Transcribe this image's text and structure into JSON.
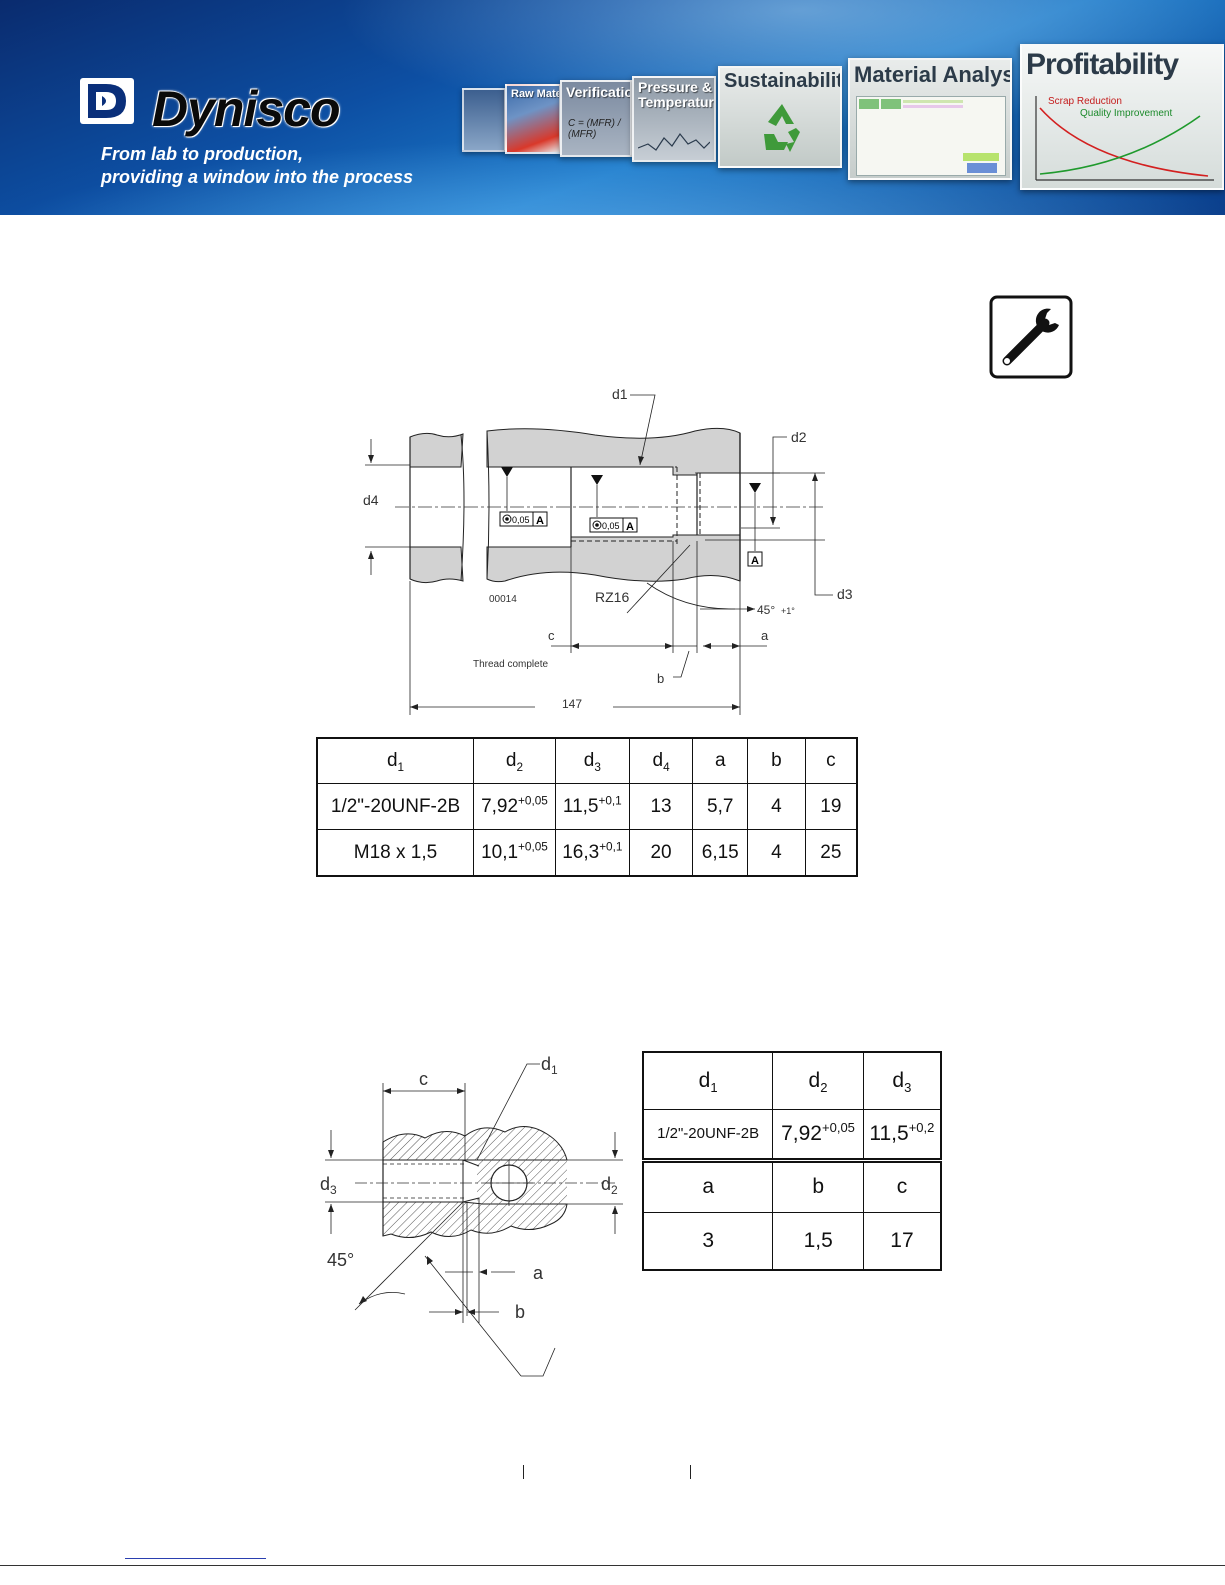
{
  "banner": {
    "brand": "Dynisco",
    "tagline_line1": "From lab to production,",
    "tagline_line2": "providing a window into the process",
    "panels": {
      "raw_materials": "Raw Materials",
      "verification": "Verification",
      "pressure_temperature": "Pressure & Temperature",
      "sustainability": "Sustainability",
      "material_analysis": "Material Analysis",
      "profitability": "Profitability",
      "scrap_reduction": "Scrap Reduction",
      "quality_improvement": "Quality Improvement"
    }
  },
  "drawing1": {
    "d1": "d1",
    "d2": "d2",
    "d3": "d3",
    "d4": "d4",
    "tol_1": "0,05",
    "tol_2": "0,05",
    "datum": "A",
    "code": "00014",
    "roughness": "RZ16",
    "angle": "45°",
    "angle_tol": "+1°",
    "c": "c",
    "a": "a",
    "b": "b",
    "thread_complete": "Thread complete",
    "length": "147"
  },
  "table1": {
    "headers": [
      {
        "base": "d",
        "sub": "1"
      },
      {
        "base": "d",
        "sub": "2"
      },
      {
        "base": "d",
        "sub": "3"
      },
      {
        "base": "d",
        "sub": "4"
      },
      {
        "base": "a",
        "sub": ""
      },
      {
        "base": "b",
        "sub": ""
      },
      {
        "base": "c",
        "sub": ""
      }
    ],
    "rows": [
      {
        "d1": "1/2\"-20UNF-2B",
        "d2": "7,92",
        "d2_tol": "+0,05",
        "d3": "11,5",
        "d3_tol": "+0,1",
        "d4": "13",
        "a": "5,7",
        "b": "4",
        "c": "19"
      },
      {
        "d1": "M18 x 1,5",
        "d2": "10,1",
        "d2_tol": "+0,05",
        "d3": "16,3",
        "d3_tol": "+0,1",
        "d4": "20",
        "a": "6,15",
        "b": "4",
        "c": "25"
      }
    ]
  },
  "drawing2": {
    "c": "c",
    "d1_base": "d",
    "d1_sub": "1",
    "d3_base": "d",
    "d3_sub": "3",
    "d2_base": "d",
    "d2_sub": "2",
    "angle": "45°",
    "a": "a",
    "b": "b"
  },
  "table2": {
    "headers": [
      {
        "base": "d",
        "sub": "1"
      },
      {
        "base": "d",
        "sub": "2"
      },
      {
        "base": "d",
        "sub": "3"
      }
    ],
    "row": {
      "d1": "1/2\"-20UNF-2B",
      "d2": "7,92",
      "d2_tol": "+0,05",
      "d3": "11,5",
      "d3_tol": "+0,2"
    }
  },
  "table3": {
    "headers": [
      "a",
      "b",
      "c"
    ],
    "row": [
      "3",
      "1,5",
      "17"
    ]
  },
  "icons": {
    "tool": "wrench-icon"
  },
  "colors": {
    "banner_blue": "#0d4fa3",
    "section_fill": "#d2d2d2",
    "link_blue": "#2a3fb0"
  }
}
